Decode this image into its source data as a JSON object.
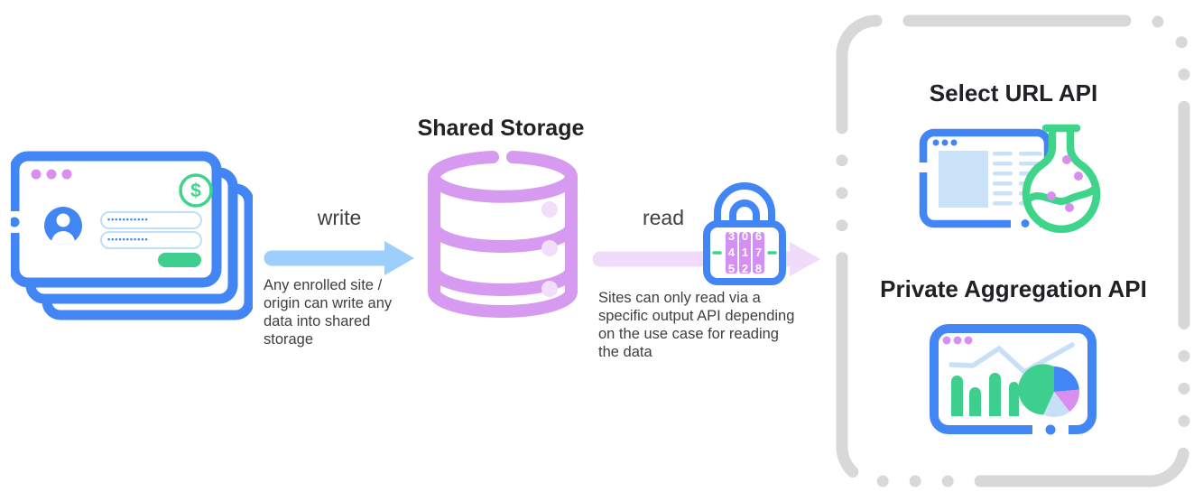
{
  "sites_node": {
    "dollar_sign": "$",
    "password_dots": "•••••••••••"
  },
  "shared_storage": {
    "title": "Shared Storage"
  },
  "write_edge": {
    "label": "write",
    "caption": "Any enrolled site / origin can write any data into shared storage"
  },
  "read_edge": {
    "label": "read",
    "caption": "Sites can only read via a specific output API depending on the use case for reading the data",
    "lock": {
      "code": "417",
      "dials": [
        "3\n4\n5",
        "0\n1\n2",
        "6\n7\n8"
      ]
    }
  },
  "output_panel": {
    "select_url_api": {
      "title": "Select URL API"
    },
    "private_aggregation_api": {
      "title": "Private Aggregation API"
    }
  },
  "colors": {
    "blue": "#4285F4",
    "green": "#3ECF8E",
    "purple": "#D79AF1",
    "pale_purple_dot": "#F2DDFB",
    "control_dot_purple": "#D98FF0",
    "write_arrow_blue": "#9CCFFB",
    "read_arrow_pink": "#F0DBFA",
    "pale_blue_fill": "#C9E2F8",
    "dash_gray": "#D8D8D8",
    "heading_text": "#202124",
    "body_text": "#3C4043"
  }
}
